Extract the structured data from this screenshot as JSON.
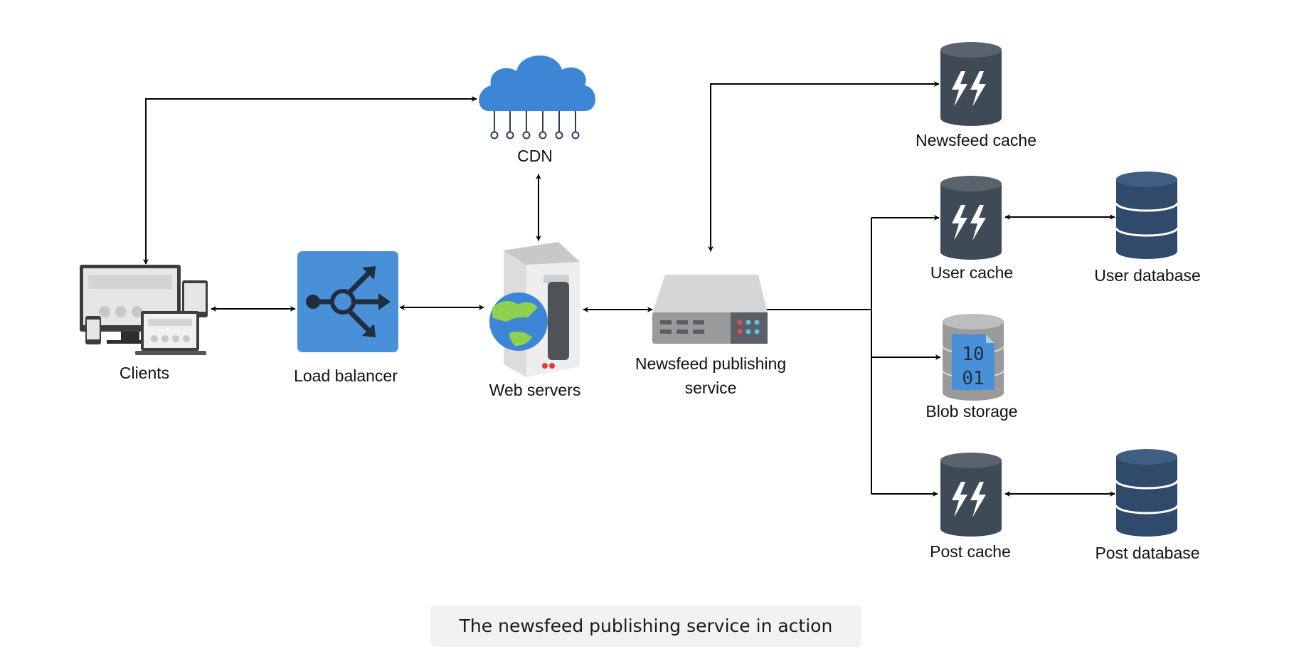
{
  "nodes": {
    "cdn": "CDN",
    "clients": "Clients",
    "load_balancer": "Load balancer",
    "web_servers": "Web servers",
    "publishing_service_line1": "Newsfeed publishing",
    "publishing_service_line2": "service",
    "newsfeed_cache": "Newsfeed cache",
    "user_cache": "User cache",
    "user_database": "User database",
    "blob_storage": "Blob storage",
    "blob_digits_1": "10",
    "blob_digits_2": "01",
    "post_cache": "Post cache",
    "post_database": "Post database"
  },
  "caption": "The newsfeed publishing service in action",
  "colors": {
    "cloud": "#3d86d6",
    "load_balancer": "#4a90d9",
    "cache": "#3e4a55",
    "database": "#2f4a6b",
    "blob": "#9a9a9a",
    "blob_doc": "#4a90d9"
  },
  "icons": [
    "cloud-icon",
    "devices-icon",
    "load-balancer-icon",
    "web-server-icon",
    "server-rack-icon",
    "cache-icon",
    "database-icon",
    "blob-storage-icon"
  ]
}
